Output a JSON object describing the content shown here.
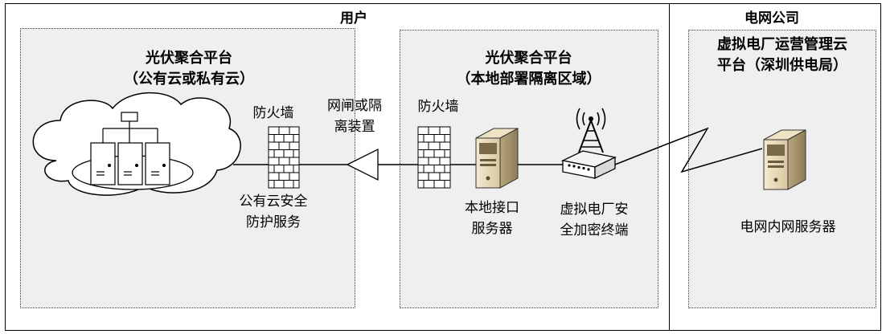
{
  "regions": {
    "user": "用户",
    "grid": "电网公司"
  },
  "panels": {
    "cloud_platform": {
      "title_line1": "光伏聚合平台",
      "title_line2": "（公有云或私有云）"
    },
    "local_platform": {
      "title_line1": "光伏聚合平台",
      "title_line2": "（本地部署隔离区域）"
    },
    "grid_platform": {
      "title_line1": "虚拟电厂运营管理云",
      "title_line2": "平台（深圳供电局）"
    }
  },
  "labels": {
    "firewall_left": "防火墙",
    "firewall_right": "防火墙",
    "gateway_line1": "网闸或隔",
    "gateway_line2": "离装置",
    "cloud_security_line1": "公有云安全",
    "cloud_security_line2": "防护服务",
    "local_server_line1": "本地接口",
    "local_server_line2": "服务器",
    "vpp_terminal_line1": "虚拟电厂安",
    "vpp_terminal_line2": "全加密终端",
    "grid_server": "电网内网服务器"
  }
}
